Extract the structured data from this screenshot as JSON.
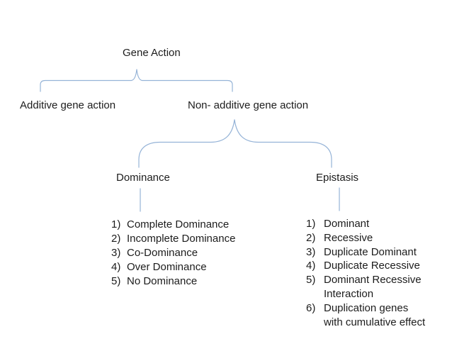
{
  "diagram": {
    "title": "Gene Action",
    "level1": {
      "left_label": "Additive gene action",
      "right_label": "Non- additive gene action"
    },
    "level2": {
      "left_label": "Dominance",
      "right_label": "Epistasis"
    },
    "dominance_list": {
      "items": [
        {
          "num": "1)",
          "text": "Complete Dominance"
        },
        {
          "num": "2)",
          "text": "Incomplete Dominance"
        },
        {
          "num": "3)",
          "text": "Co-Dominance"
        },
        {
          "num": "4)",
          "text": "Over Dominance"
        },
        {
          "num": "5)",
          "text": "No Dominance"
        }
      ]
    },
    "epistasis_list": {
      "items": [
        {
          "num": "1)",
          "text": "Dominant"
        },
        {
          "num": "2)",
          "text": "Recessive"
        },
        {
          "num": "3)",
          "text": "Duplicate Dominant"
        },
        {
          "num": "4)",
          "text": "Duplicate Recessive"
        },
        {
          "num": "5)",
          "text": "Dominant Recessive\nInteraction"
        },
        {
          "num": "6)",
          "text": "Duplication genes\nwith cumulative effect"
        }
      ]
    }
  },
  "colors": {
    "brace": "#95b3d7",
    "text": "#1c1c1c",
    "background": "#ffffff"
  }
}
